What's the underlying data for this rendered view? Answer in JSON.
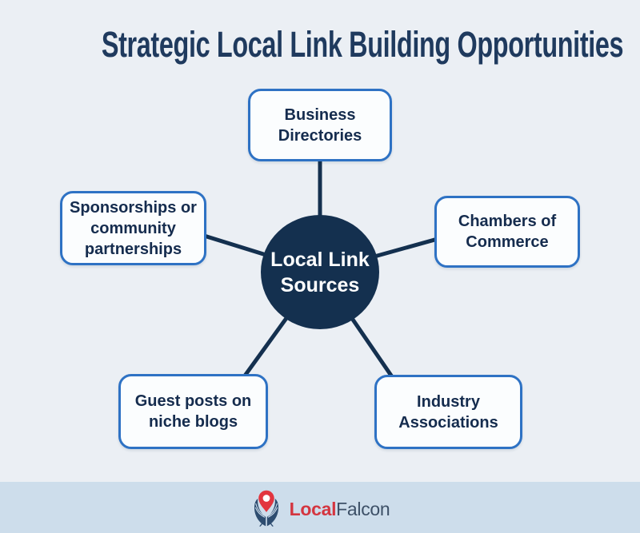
{
  "title": "Strategic Local Link Building Opportunities",
  "center_node": {
    "lines": [
      "Local Link",
      "Sources"
    ]
  },
  "nodes": [
    {
      "id": "business-directories",
      "lines": [
        "Business",
        "Directories"
      ]
    },
    {
      "id": "chambers-of-commerce",
      "lines": [
        "Chambers of",
        "Commerce"
      ]
    },
    {
      "id": "sponsorships-partnerships",
      "lines": [
        "Sponsorships or",
        "community",
        "partnerships"
      ]
    },
    {
      "id": "guest-posts-niche-blogs",
      "lines": [
        "Guest posts on",
        "niche blogs"
      ]
    },
    {
      "id": "industry-associations",
      "lines": [
        "Industry",
        "Associations"
      ]
    }
  ],
  "footer": {
    "brand_part1": "Local",
    "brand_part2": "Falcon"
  },
  "icons": {
    "logo": "localfalcon-pin-falcon-icon"
  },
  "colors": {
    "background": "#ebeff4",
    "footer_background": "#cdddeb",
    "navy": "#14304f",
    "node_border": "#2e72c4",
    "node_background": "#fbfdfe",
    "node_text": "#152c4e",
    "title_text": "#1f3a5e",
    "brand_red": "#d4353f",
    "brand_navy": "#3d5067"
  }
}
